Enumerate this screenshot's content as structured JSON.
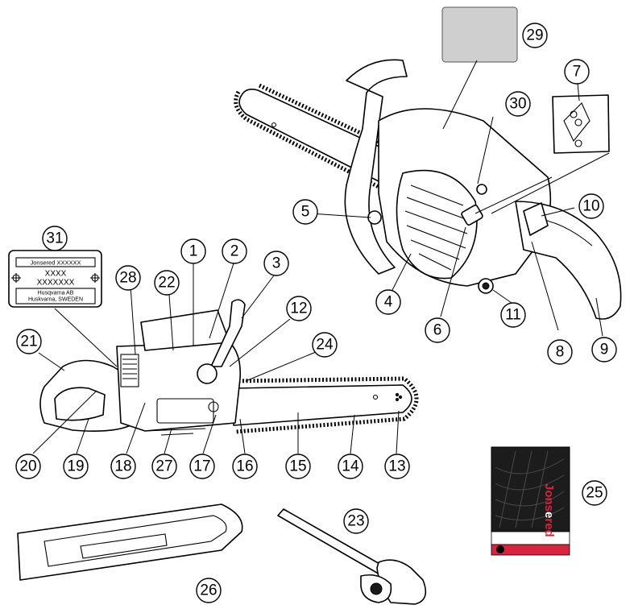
{
  "callouts": [
    "1",
    "2",
    "3",
    "4",
    "5",
    "6",
    "7",
    "8",
    "9",
    "10",
    "11",
    "12",
    "13",
    "14",
    "15",
    "16",
    "17",
    "18",
    "19",
    "20",
    "21",
    "22",
    "23",
    "24",
    "25",
    "26",
    "27",
    "28",
    "29",
    "30",
    "31"
  ],
  "plate": {
    "line1": "Jonsered XXXXXX",
    "line2": "XXXX",
    "line3": "XXXXXXX",
    "line4": "Husqvarna AB",
    "line5": "Huskvarna, SWEDEN"
  },
  "manual": {
    "brand_part1": "Jons",
    "brand_part2": "red",
    "cover_color": "#1c1c1c",
    "accent_color": "#d8243c"
  },
  "colors": {
    "label_gray": "#cfcfcf",
    "line": "#000000"
  }
}
